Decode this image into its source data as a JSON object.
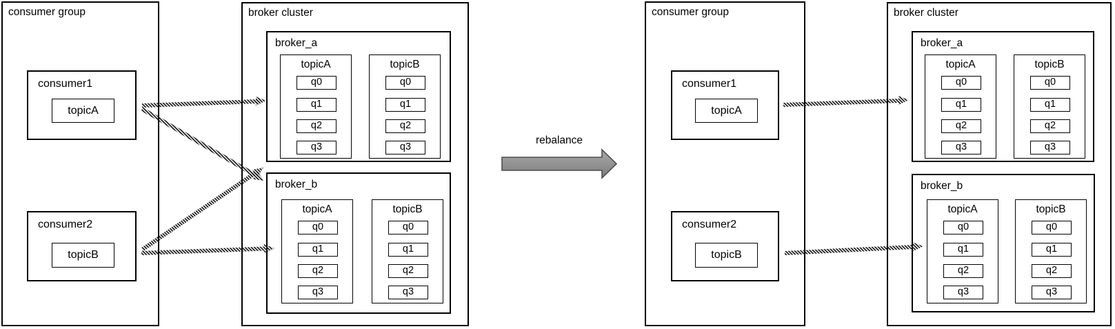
{
  "titles": {
    "consumer_group": "consumer group",
    "broker_cluster": "broker cluster"
  },
  "rebalance_label": "rebalance",
  "consumer1": {
    "name": "consumer1",
    "topic": "topicA"
  },
  "consumer2": {
    "name": "consumer2",
    "topic": "topicB"
  },
  "broker_a": {
    "name": "broker_a"
  },
  "broker_b": {
    "name": "broker_b"
  },
  "topicA": "topicA",
  "topicB": "topicB",
  "queues": [
    "q0",
    "q1",
    "q2",
    "q3"
  ],
  "connections": {
    "before": [
      {
        "from": "consumer1",
        "to": "broker_a"
      },
      {
        "from": "consumer1",
        "to": "broker_b"
      },
      {
        "from": "consumer2",
        "to": "broker_a"
      },
      {
        "from": "consumer2",
        "to": "broker_b"
      }
    ],
    "after": [
      {
        "from": "consumer1",
        "to": "broker_a"
      },
      {
        "from": "consumer2",
        "to": "broker_b"
      }
    ]
  },
  "colors": {
    "line": "#000000",
    "hatch": "#161616",
    "rebalance_arrow_fill_top": "#ababab",
    "rebalance_arrow_fill_bottom": "#7b7b7b",
    "rebalance_arrow_border": "#4e4e4e"
  }
}
